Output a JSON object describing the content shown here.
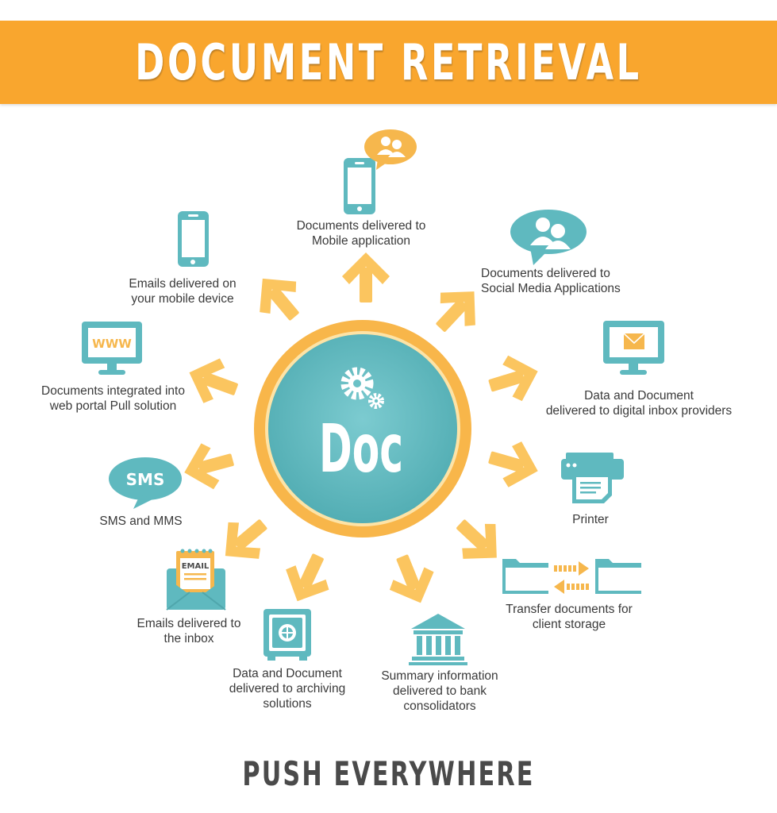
{
  "header": {
    "title": "DOCUMENT RETRIEVAL"
  },
  "center": {
    "label": "Doc"
  },
  "icons": {
    "sms_bubble": "SMS",
    "web_screen": "WWW",
    "email_badge": "EMAIL"
  },
  "destinations": {
    "mobile_app": {
      "line1": "Documents delivered to",
      "line2": "Mobile application"
    },
    "mobile_email": {
      "line1": "Emails delivered on",
      "line2": "your mobile device"
    },
    "social_media": {
      "line1": "Documents delivered to",
      "line2": "Social Media Applications"
    },
    "web_portal": {
      "line1": "Documents integrated into",
      "line2": "web portal Pull solution"
    },
    "digital_inbox": {
      "line1": "Data and Document",
      "line2": "delivered to digital inbox providers"
    },
    "sms": {
      "line1": "SMS and MMS"
    },
    "printer": {
      "line1": "Printer"
    },
    "client_storage": {
      "line1": "Transfer documents for",
      "line2": "client storage"
    },
    "email_inbox": {
      "line1": "Emails delivered to",
      "line2": "the inbox"
    },
    "archiving": {
      "line1": "Data and Document",
      "line2": "delivered to archiving",
      "line3": "solutions"
    },
    "bank": {
      "line1": "Summary information",
      "line2": "delivered to bank",
      "line3": "consolidators"
    }
  },
  "footer": {
    "tagline": "PUSH EVERYWHERE"
  },
  "colors": {
    "banner": "#f9a62e",
    "arrow": "#fbc55f",
    "teal": "#5fb9bf",
    "ring": "#f8b64a",
    "text": "#3a3a3a"
  }
}
